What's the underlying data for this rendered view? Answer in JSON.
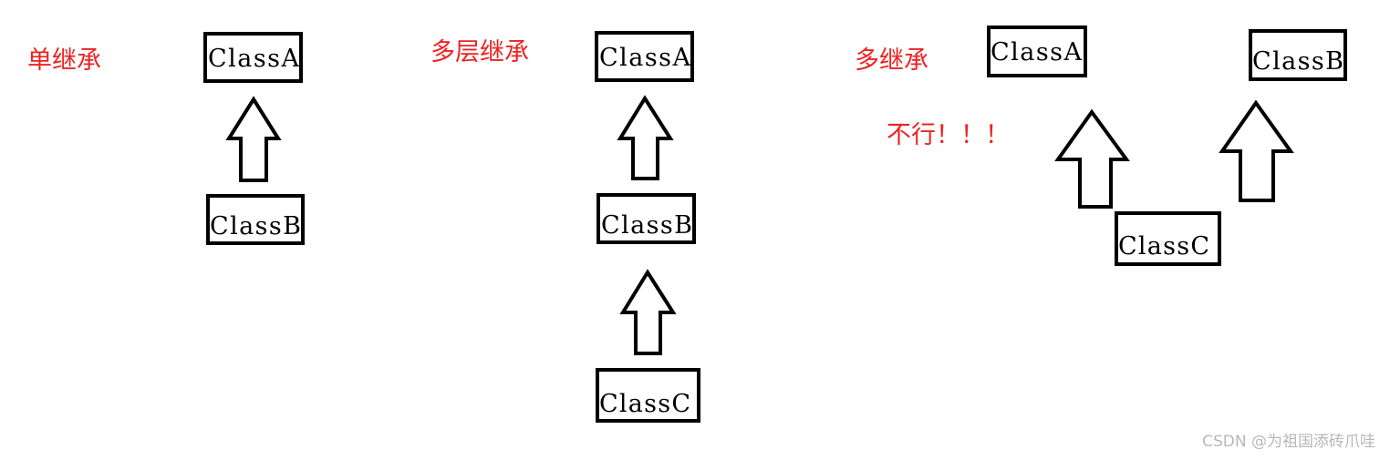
{
  "sections": [
    {
      "title": "单继承",
      "classes": [
        "ClassA",
        "ClassB"
      ]
    },
    {
      "title": "多层继承",
      "classes": [
        "ClassA",
        "ClassB",
        "ClassC"
      ]
    },
    {
      "title": "多继承",
      "note": "不行！！！",
      "classes": [
        "ClassA",
        "ClassB",
        "ClassC"
      ]
    }
  ],
  "colors": {
    "label": "#ee2222",
    "stroke": "#000000",
    "watermark": "#b8b8b8"
  },
  "watermark": "CSDN @为祖国添砖爪哇"
}
